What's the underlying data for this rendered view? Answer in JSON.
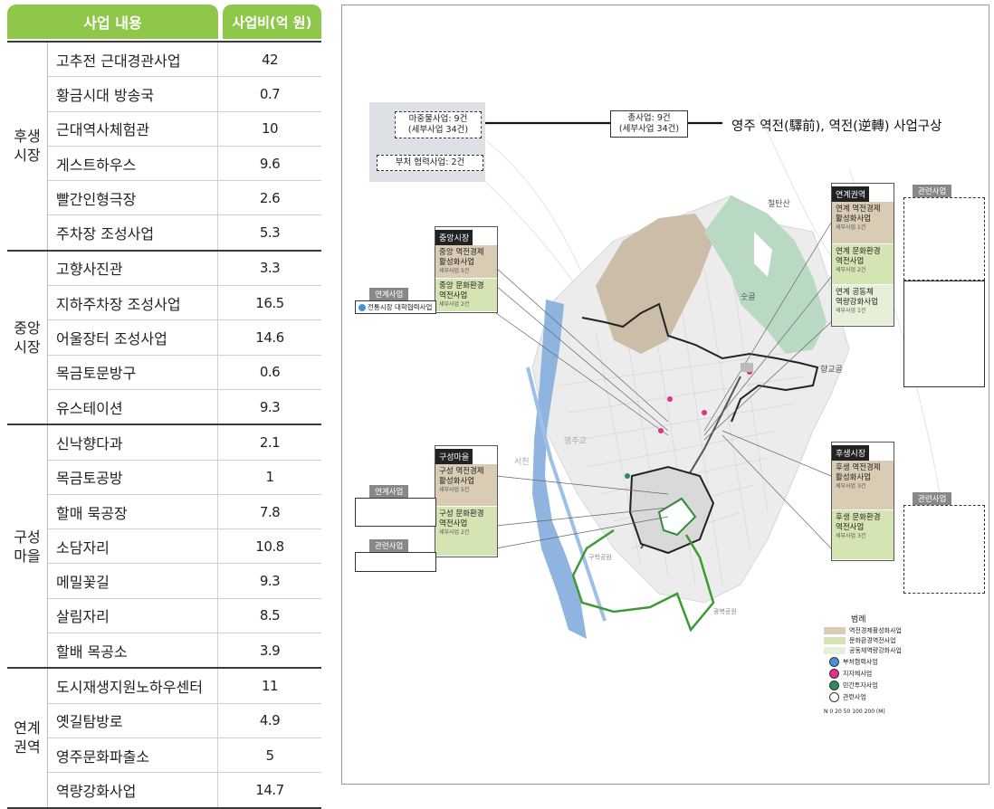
{
  "table": {
    "header_content": "사업 내용",
    "header_cost": "사업비(억 원)",
    "groups": [
      {
        "name": "후생\n시장",
        "items": [
          {
            "name": "고추전 근대경관사업",
            "cost": "42"
          },
          {
            "name": "황금시대 방송국",
            "cost": "0.7"
          },
          {
            "name": "근대역사체험관",
            "cost": "10"
          },
          {
            "name": "게스트하우스",
            "cost": "9.6"
          },
          {
            "name": "빨간인형극장",
            "cost": "2.6"
          },
          {
            "name": "주차장 조성사업",
            "cost": "5.3"
          }
        ]
      },
      {
        "name": "중앙\n시장",
        "items": [
          {
            "name": "고향사진관",
            "cost": "3.3"
          },
          {
            "name": "지하주차장 조성사업",
            "cost": "16.5"
          },
          {
            "name": "어울장터 조성사업",
            "cost": "14.6"
          },
          {
            "name": "목금토문방구",
            "cost": "0.6"
          },
          {
            "name": "유스테이션",
            "cost": "9.3"
          }
        ]
      },
      {
        "name": "구성\n마을",
        "items": [
          {
            "name": "신낙향다과",
            "cost": "2.1"
          },
          {
            "name": "목금토공방",
            "cost": "1"
          },
          {
            "name": "할매 묵공장",
            "cost": "7.8"
          },
          {
            "name": "소담자리",
            "cost": "10.8"
          },
          {
            "name": "메밀꽃길",
            "cost": "9.3"
          },
          {
            "name": "살림자리",
            "cost": "8.5"
          },
          {
            "name": "할배 목공소",
            "cost": "3.9"
          }
        ]
      },
      {
        "name": "연계\n권역",
        "items": [
          {
            "name": "도시재생지원노하우센터",
            "cost": "11"
          },
          {
            "name": "옛길탐방로",
            "cost": "4.9"
          },
          {
            "name": "영주문화파출소",
            "cost": "5"
          },
          {
            "name": "역량강화사업",
            "cost": "14.7"
          }
        ]
      }
    ]
  },
  "map": {
    "title": "영주 역전(驛前), 역전(逆轉) 사업구상",
    "summary_main": "마중물사업: 9건\n(세부사업 34건)",
    "summary_partner": "부처 협력사업: 2건",
    "total": "총사업: 9건\n(세부사업 34건)",
    "central": {
      "title": "중앙시장",
      "cells": [
        {
          "t": "중앙 역전경제\n활성화사업",
          "s": "세부사업 5건"
        },
        {
          "t": "중앙 문화환경\n역전사업",
          "s": "세부사업 2건"
        }
      ]
    },
    "gusung": {
      "title": "구성마을",
      "cells": [
        {
          "t": "구성 역전경제\n활성화사업",
          "s": "세부사업 5건"
        },
        {
          "t": "구성 문화환경\n역전사업",
          "s": "세부사업 2건"
        }
      ]
    },
    "link": {
      "title": "연계권역",
      "cells": [
        {
          "t": "연계 역전경제\n활성화사업",
          "s": "세부사업 1건"
        },
        {
          "t": "연계 문화환경\n역전사업",
          "s": "세부사업 2건"
        },
        {
          "t": "연계 공동체\n역량강화사업",
          "s": "세부사업 1건"
        }
      ]
    },
    "husang": {
      "title": "후생시장",
      "cells": [
        {
          "t": "후생 역전경제\n활성화사업",
          "s": "세부사업 3건"
        },
        {
          "t": "후생 문화환경\n역전사업",
          "s": "세부사업 3건"
        }
      ]
    },
    "related_left_1_title": "연계사업",
    "related_left_1_text": "전통시장 대학협력사업",
    "related_left_2_title": "연계사업",
    "related_left_3_title": "관련사업",
    "related_right_1_title": "관련사업",
    "related_right_2_title": "관련사업",
    "place_names": [
      "철탄산",
      "숫골",
      "향교골",
      "영주교",
      "구학공원",
      "광복공원",
      "서천"
    ],
    "legend": {
      "title": "범례",
      "items": [
        {
          "label": "역전경제활성화사업",
          "color": "#d9cbb4"
        },
        {
          "label": "문화환경역전사업",
          "color": "#d4e5b3"
        },
        {
          "label": "공동체역량강화사업",
          "color": "#e6efd8"
        }
      ],
      "icons": [
        {
          "label": "부처협력사업",
          "color": "#4a90d9"
        },
        {
          "label": "지자체사업",
          "color": "#e0328a"
        },
        {
          "label": "민간투자사업",
          "color": "#2e8b57"
        },
        {
          "label": "관련사업",
          "color": "#ffffff"
        }
      ],
      "scale": "0  20 50    100          200 (M)"
    }
  }
}
